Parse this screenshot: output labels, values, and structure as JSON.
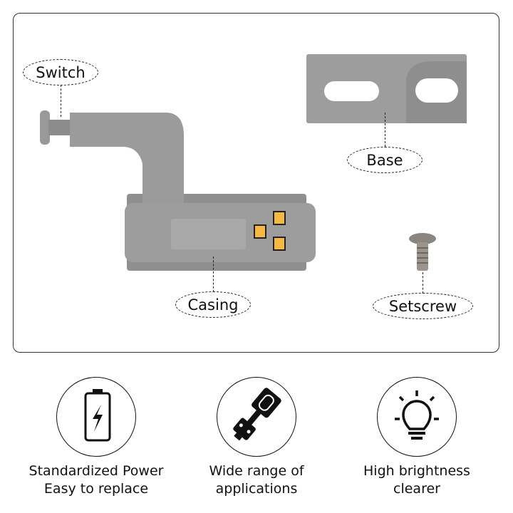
{
  "labels": {
    "switch": "Switch",
    "base": "Base",
    "casing": "Casing",
    "setscrew": "Setscrew"
  },
  "features": [
    {
      "icon": "battery-charge-icon",
      "line1": "Standardized Power",
      "line2": "Easy to replace"
    },
    {
      "icon": "hinge-icon",
      "line1": "Wide range of",
      "line2": "applications"
    },
    {
      "icon": "light-bulb-icon",
      "line1": "High brightness",
      "line2": "clearer"
    }
  ],
  "colors": {
    "plastic": "#9a9a9a",
    "led": "#f5b942",
    "border": "#333333"
  }
}
